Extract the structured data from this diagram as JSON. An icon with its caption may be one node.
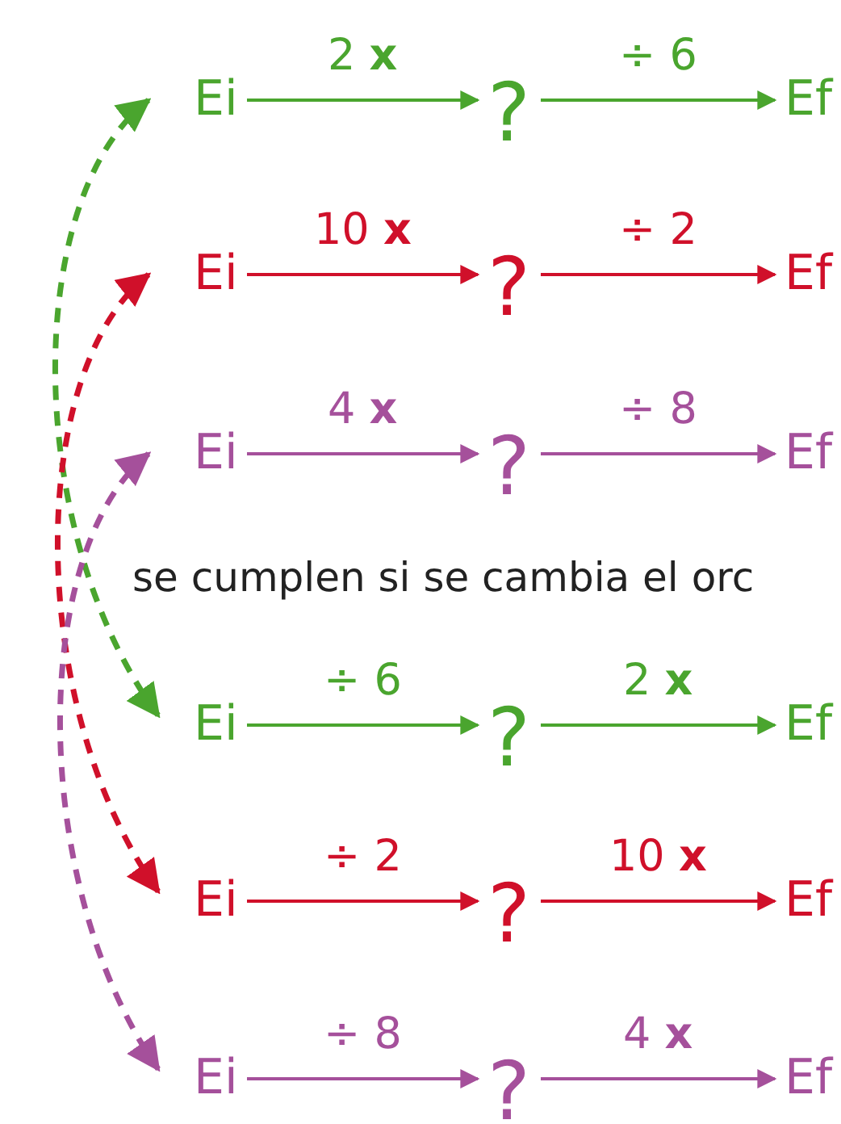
{
  "diagram": {
    "nodes": [
      {
        "text": [
          "Ei"
        ]
      },
      {
        "text": [
          "?"
        ]
      },
      {
        "text": [
          "Ef"
        ]
      },
      {
        "text": [
          "Ei"
        ]
      },
      {
        "text": [
          "?"
        ]
      },
      {
        "text": [
          "Ef"
        ]
      },
      {
        "text": [
          "Ei"
        ]
      },
      {
        "text": [
          "?"
        ]
      },
      {
        "text": [
          "Ef"
        ]
      },
      {
        "text": [
          "Ei"
        ]
      },
      {
        "text": [
          "?"
        ]
      },
      {
        "text": [
          "Ef"
        ]
      },
      {
        "text": [
          "Ei"
        ]
      },
      {
        "text": [
          "?"
        ]
      },
      {
        "text": [
          "Ef"
        ]
      },
      {
        "text": [
          "Ei"
        ]
      },
      {
        "text": [
          "?"
        ]
      },
      {
        "text": [
          "Ef"
        ]
      }
    ],
    "edges": [
      {
        "from": 0,
        "to": 1,
        "arrow": "to",
        "label": "2 **x**",
        "color": "#4aa52e"
      },
      {
        "from": 1,
        "to": 2,
        "arrow": "to",
        "label": "÷ 6",
        "color": "#4aa52e"
      },
      {
        "from": 3,
        "to": 4,
        "arrow": "to",
        "label": "10 **x**",
        "color": "#d0102a"
      },
      {
        "from": 4,
        "to": 5,
        "arrow": "to",
        "label": "÷ 2",
        "color": "#d0102a"
      },
      {
        "from": 6,
        "to": 7,
        "arrow": "to",
        "label": "4 **x**",
        "color": "#a5509b"
      },
      {
        "from": 7,
        "to": 8,
        "arrow": "to",
        "label": "÷ 8",
        "color": "#a5509b"
      },
      {
        "from": 9,
        "to": 10,
        "arrow": "to",
        "label": "÷ 6",
        "color": "#4aa52e"
      },
      {
        "from": 10,
        "to": 11,
        "arrow": "to",
        "label": "2 **x**",
        "color": "#4aa52e"
      },
      {
        "from": 12,
        "to": 13,
        "arrow": "to",
        "label": "÷ 2",
        "color": "#d0102a"
      },
      {
        "from": 13,
        "to": 14,
        "arrow": "to",
        "label": "10 **x**",
        "color": "#d0102a"
      },
      {
        "from": 15,
        "to": 16,
        "arrow": "to",
        "label": "÷ 8",
        "color": "#a5509b"
      },
      {
        "from": 16,
        "to": 17,
        "arrow": "to",
        "label": "4 **x**",
        "color": "#a5509b"
      },
      {
        "from": 0,
        "to": 9,
        "arrow": "both",
        "style": "dashed",
        "color": "#4aa52e"
      },
      {
        "from": 3,
        "to": 12,
        "arrow": "both",
        "style": "dashed",
        "color": "#d0102a"
      },
      {
        "from": 6,
        "to": 15,
        "arrow": "both",
        "style": "dashed",
        "color": "#a5509b"
      }
    ],
    "labels": [
      "se cumplen si se cambia el orc"
    ]
  }
}
